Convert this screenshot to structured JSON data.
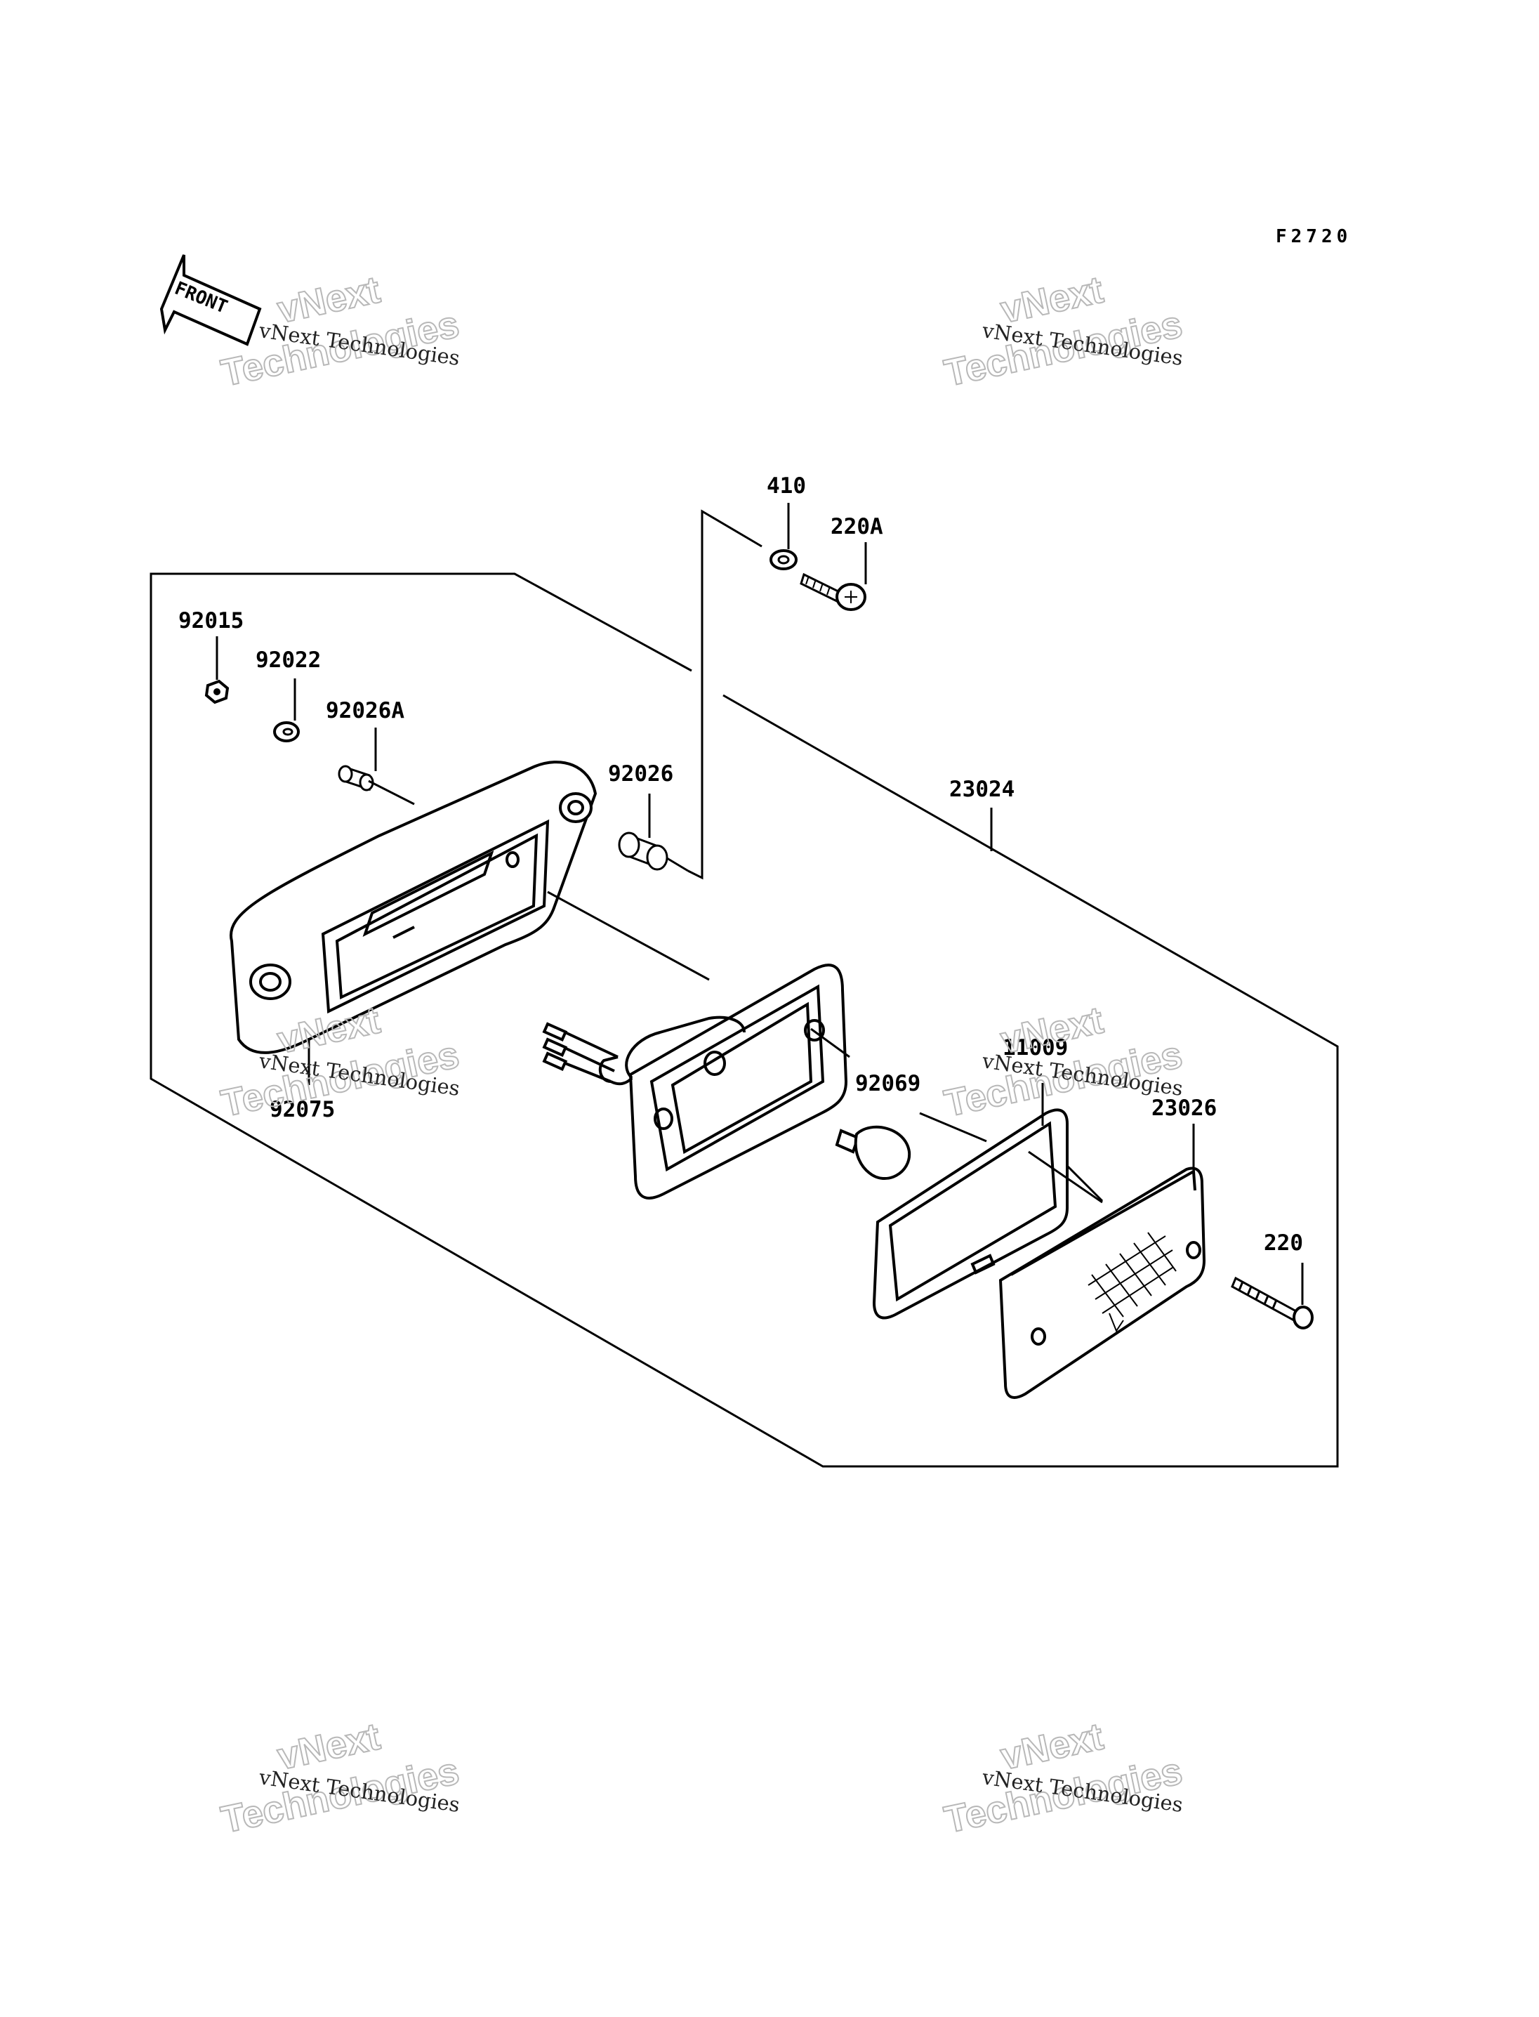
{
  "diagram_code": "F2720",
  "front_label": "FRONT",
  "watermark": {
    "line1": "vNext",
    "line2": "vNext Technologies",
    "line3": "Technologies"
  },
  "parts": {
    "p410": "410",
    "p220A": "220A",
    "p92015": "92015",
    "p92022": "92022",
    "p92026A": "92026A",
    "p92026": "92026",
    "p23024": "23024",
    "p92069": "92069",
    "p11009": "11009",
    "p23026": "23026",
    "p220": "220",
    "p92075": "92075"
  }
}
